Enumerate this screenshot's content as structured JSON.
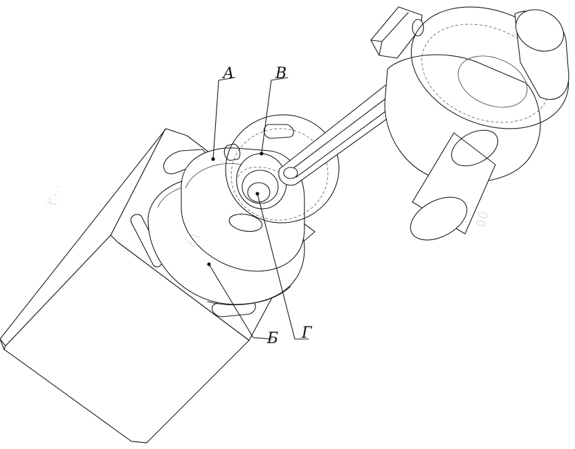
{
  "figure": {
    "labels": {
      "a": "А",
      "b": "Б",
      "v": "В",
      "g": "Г"
    },
    "line_color": "#1a1a1a",
    "background": "#ffffff"
  }
}
